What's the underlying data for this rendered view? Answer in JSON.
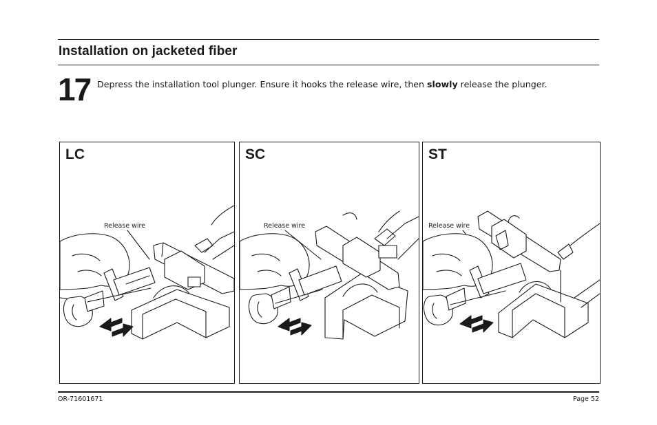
{
  "header": {
    "title": "Installation on jacketed fiber"
  },
  "step": {
    "number": "17",
    "text_before": "Depress the installation tool plunger. Ensure it hooks the release wire, then ",
    "text_bold": "slowly",
    "text_after": " release the plunger."
  },
  "panels": [
    {
      "label": "LC",
      "callout": "Release wire"
    },
    {
      "label": "SC",
      "callout": "Release wire"
    },
    {
      "label": "ST",
      "callout": "Release wire"
    }
  ],
  "footer": {
    "doc_number": "OR-71601671",
    "page": "Page 52"
  }
}
